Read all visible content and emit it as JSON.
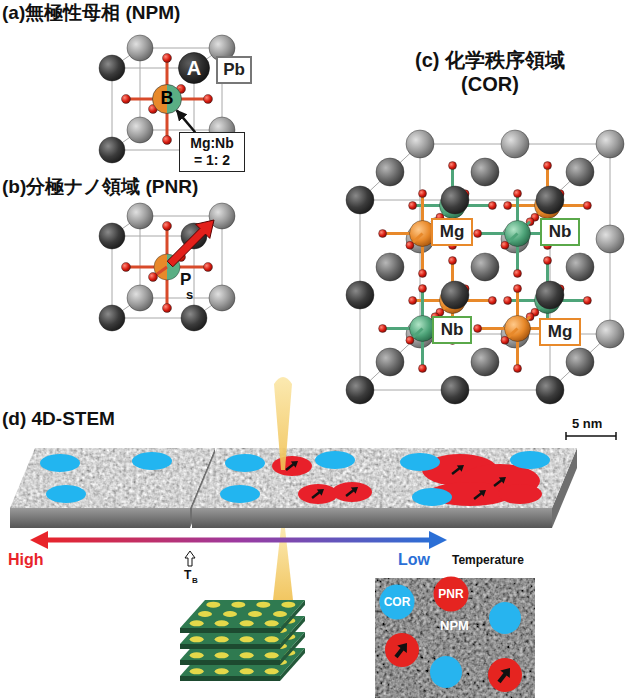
{
  "diagram": {
    "nodes": [
      {
        "text": [
          "A"
        ]
      },
      {
        "text": [
          "Pb"
        ]
      },
      {
        "text": [
          "B"
        ]
      },
      {
        "text": [
          "Mg:Nb = 1: 2"
        ]
      },
      {
        "text": [
          "Mg"
        ]
      },
      {
        "text": [
          "Nb"
        ]
      },
      {
        "text": [
          "Nb"
        ]
      },
      {
        "text": [
          "Mg"
        ]
      },
      {
        "text": [
          "COR"
        ]
      },
      {
        "text": [
          "PNR"
        ]
      }
    ],
    "edges": [
      {
        "from": 3,
        "to": 2,
        "arrow": "to"
      }
    ],
    "labels": [
      "(a)無極性母相 (NPM)",
      "(b)分極ナノ領域 (PNR)",
      "(c) 化学秩序領域 (COR)",
      "(d) 4D-STEM",
      "P",
      "s",
      "5 nm",
      "High",
      "Low",
      "Temperature",
      "T",
      "B",
      "NPM"
    ]
  }
}
